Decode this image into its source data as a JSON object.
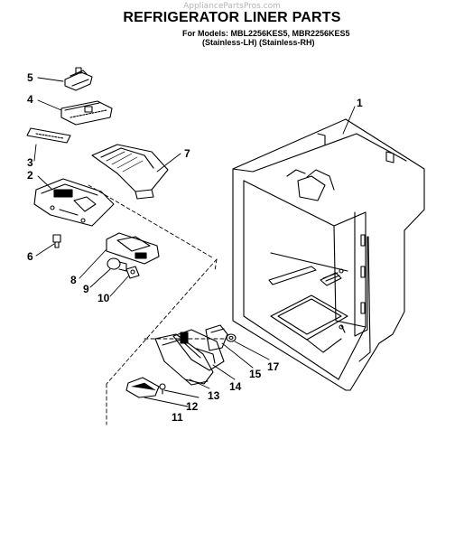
{
  "watermark": "AppliancePartsPros.com",
  "title": "REFRIGERATOR LINER PARTS",
  "models_line": "For Models: MBL2256KES5, MBR2256KES5",
  "variants_line": "(Stainless-LH)  (Stainless-RH)",
  "callouts": [
    "1",
    "2",
    "3",
    "4",
    "5",
    "6",
    "7",
    "8",
    "9",
    "10",
    "11",
    "12",
    "13",
    "14",
    "15",
    "17"
  ],
  "colors": {
    "ink": "#000000",
    "watermark": "#b4b4b4",
    "background": "#ffffff"
  }
}
